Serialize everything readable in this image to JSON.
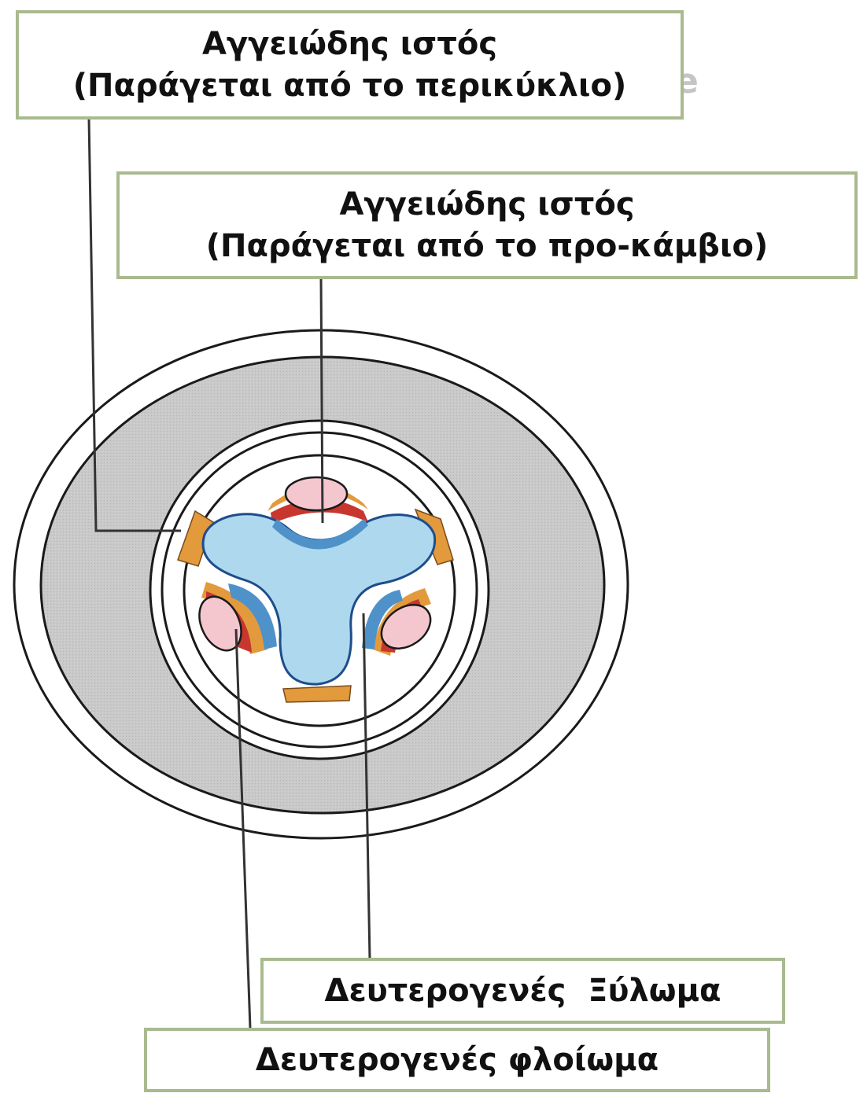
{
  "labels": {
    "vascular_pericycle": {
      "line1": "Αγγειώδης ιστός",
      "line2": "(Παράγεται από το περικύκλιο)"
    },
    "vascular_procambium": {
      "line1": "Αγγειώδης ιστός",
      "line2": "(Παράγεται από το προ-κάμβιο)"
    },
    "secondary_xylem": "Δευτερογενές  Ξύλωμα",
    "secondary_phloem": "Δευτερογενές φλοίωμα"
  },
  "background_glyph": "e",
  "colors": {
    "cortex_gray": "#c9c9c9",
    "xylem_blue": "#add8ee",
    "xylem_outline": "#1e4d8c",
    "inner_blue": "#4f92c9",
    "phloem_red": "#c8372e",
    "phloem_pink": "#f4c7cf",
    "cambium_orange": "#e39a3c",
    "label_border": "#a9ba8f"
  }
}
